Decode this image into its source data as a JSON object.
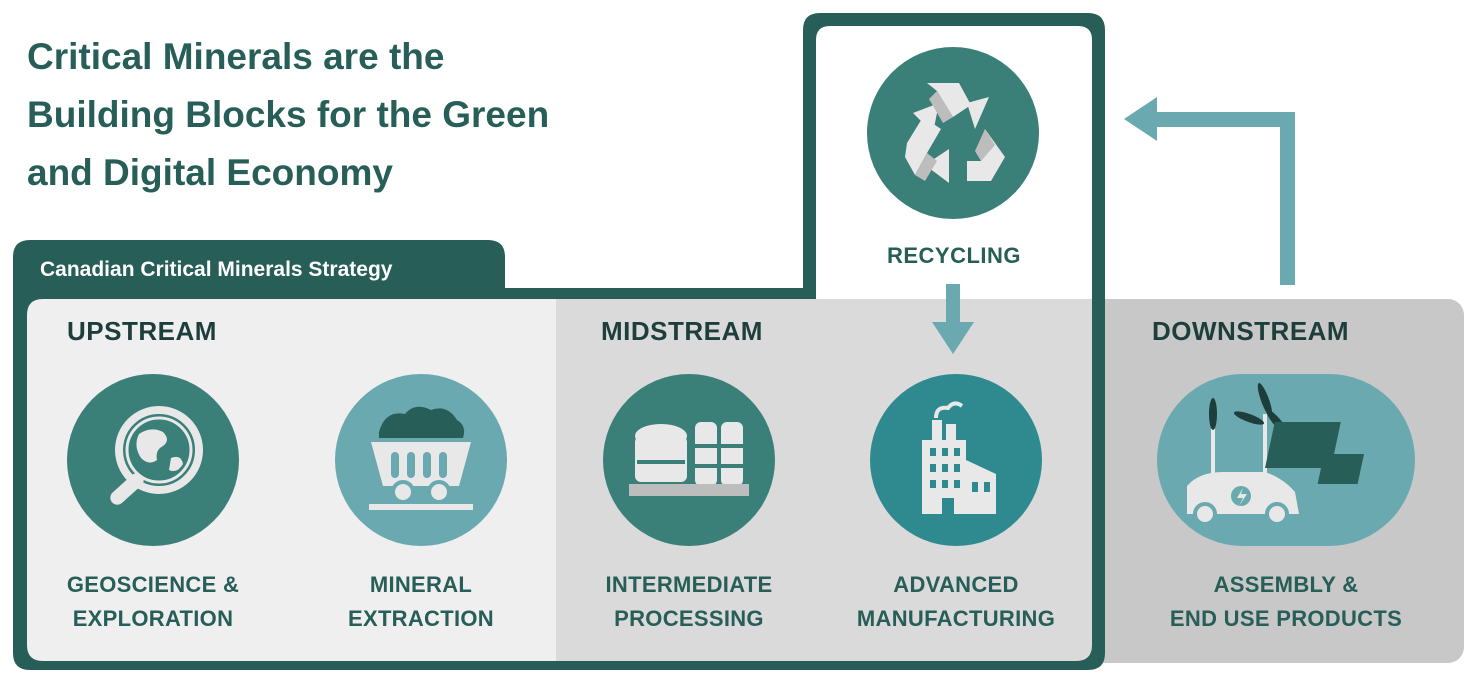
{
  "title": {
    "line1": "Critical Minerals are the",
    "line2": "Building Blocks for the Green",
    "line3": "and Digital Economy"
  },
  "strategy": {
    "label": "Canadian Critical Minerals Strategy"
  },
  "segments": {
    "upstream": "UPSTREAM",
    "midstream": "MIDSTREAM",
    "downstream": "DOWNSTREAM"
  },
  "recycling": {
    "label": "RECYCLING",
    "icon": "recycle-icon"
  },
  "stages": [
    {
      "line1": "GEOSCIENCE &",
      "line2": "EXPLORATION",
      "icon": "magnifier-globe-icon"
    },
    {
      "line1": "MINERAL",
      "line2": "EXTRACTION",
      "icon": "mine-cart-icon"
    },
    {
      "line1": "INTERMEDIATE",
      "line2": "PROCESSING",
      "icon": "processing-plant-icon"
    },
    {
      "line1": "ADVANCED",
      "line2": "MANUFACTURING",
      "icon": "factory-icon"
    },
    {
      "line1": "ASSEMBLY &",
      "line2": "END USE PRODUCTS",
      "icon": "electric-car-renewables-icon"
    }
  ],
  "colors": {
    "dark_teal": "#275e58",
    "teal": "#3a7f78",
    "light_teal": "#6aa9b0",
    "mid_teal": "#2f8a8f",
    "upstream_bg": "#efefef",
    "midstream_bg": "#dadada",
    "downstream_bg": "#c8c8c8"
  }
}
